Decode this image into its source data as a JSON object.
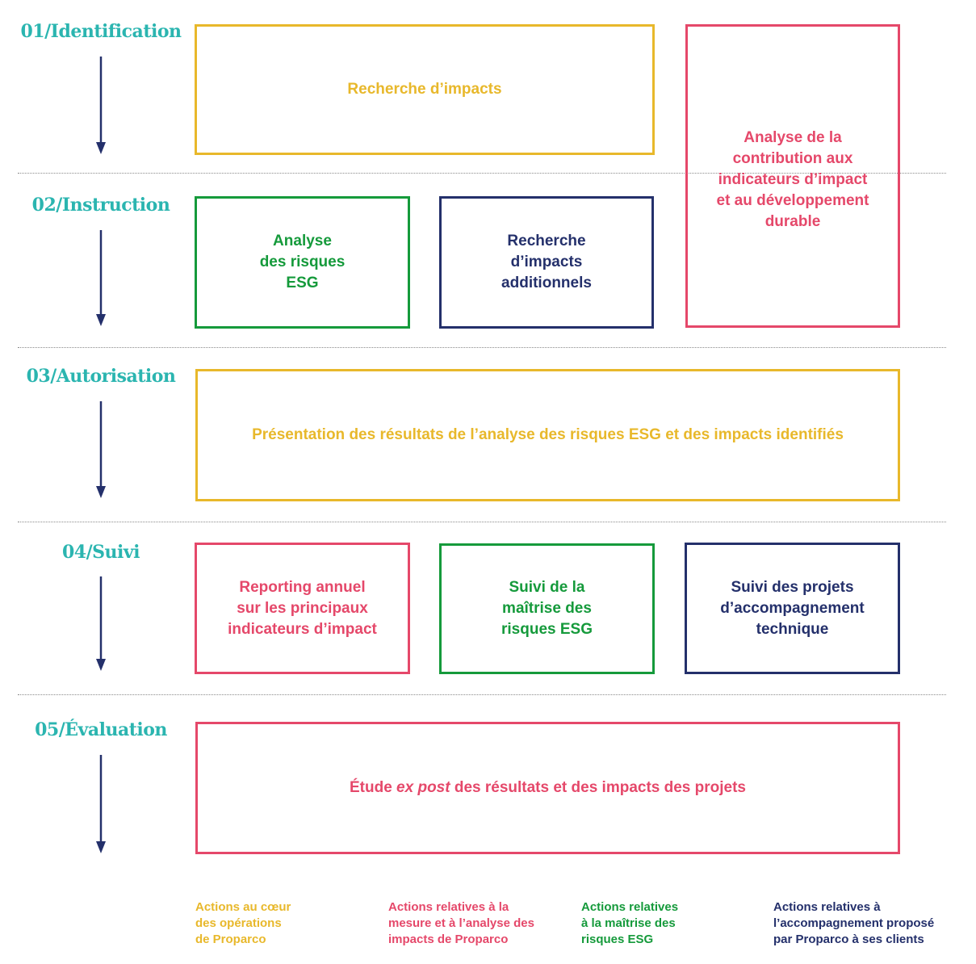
{
  "colors": {
    "teal": "#2bb5b0",
    "yellow": "#e8b82b",
    "red": "#e5486a",
    "green": "#159a3b",
    "navy": "#24306b"
  },
  "stages": [
    {
      "number": "01",
      "label": "Identification"
    },
    {
      "number": "02",
      "label": "Instruction"
    },
    {
      "number": "03",
      "label": "Autorisation"
    },
    {
      "number": "04",
      "label": "Suivi"
    },
    {
      "number": "05",
      "label": "Évaluation"
    }
  ],
  "separator": "/",
  "boxes": {
    "recherche_impacts": "Recherche d’impacts",
    "analyse_contribution": [
      "Analyse de la",
      "contribution aux",
      "indicateurs d’impact",
      "et au développement",
      "durable"
    ],
    "analyse_risques": [
      "Analyse",
      "des risques",
      "ESG"
    ],
    "recherche_additionnels": [
      "Recherche",
      "d’impacts",
      "additionnels"
    ],
    "presentation": "Présentation des résultats de l’analyse des risques ESG et des impacts identifiés",
    "reporting": [
      "Reporting annuel",
      "sur les principaux",
      "indicateurs d’impact"
    ],
    "suivi_maitrise": [
      "Suivi de la",
      "maîtrise des",
      "risques ESG"
    ],
    "suivi_projets": [
      "Suivi des projets",
      "d’accompagnement",
      "technique"
    ],
    "etude": {
      "before": "Étude ",
      "emphasis": "ex post",
      "after": " des résultats et des impacts des projets"
    }
  },
  "legend": [
    {
      "lines": [
        "Actions au cœur",
        "des opérations",
        "de Proparco"
      ],
      "color": "#e8b82b"
    },
    {
      "lines": [
        "Actions relatives à la",
        "mesure et à l’analyse des",
        "impacts de Proparco"
      ],
      "color": "#e5486a"
    },
    {
      "lines": [
        "Actions relatives",
        "à la maîtrise des",
        "risques ESG"
      ],
      "color": "#159a3b"
    },
    {
      "lines": [
        "Actions relatives à",
        "l’accompagnement proposé",
        "par Proparco à ses clients"
      ],
      "color": "#24306b"
    }
  ]
}
